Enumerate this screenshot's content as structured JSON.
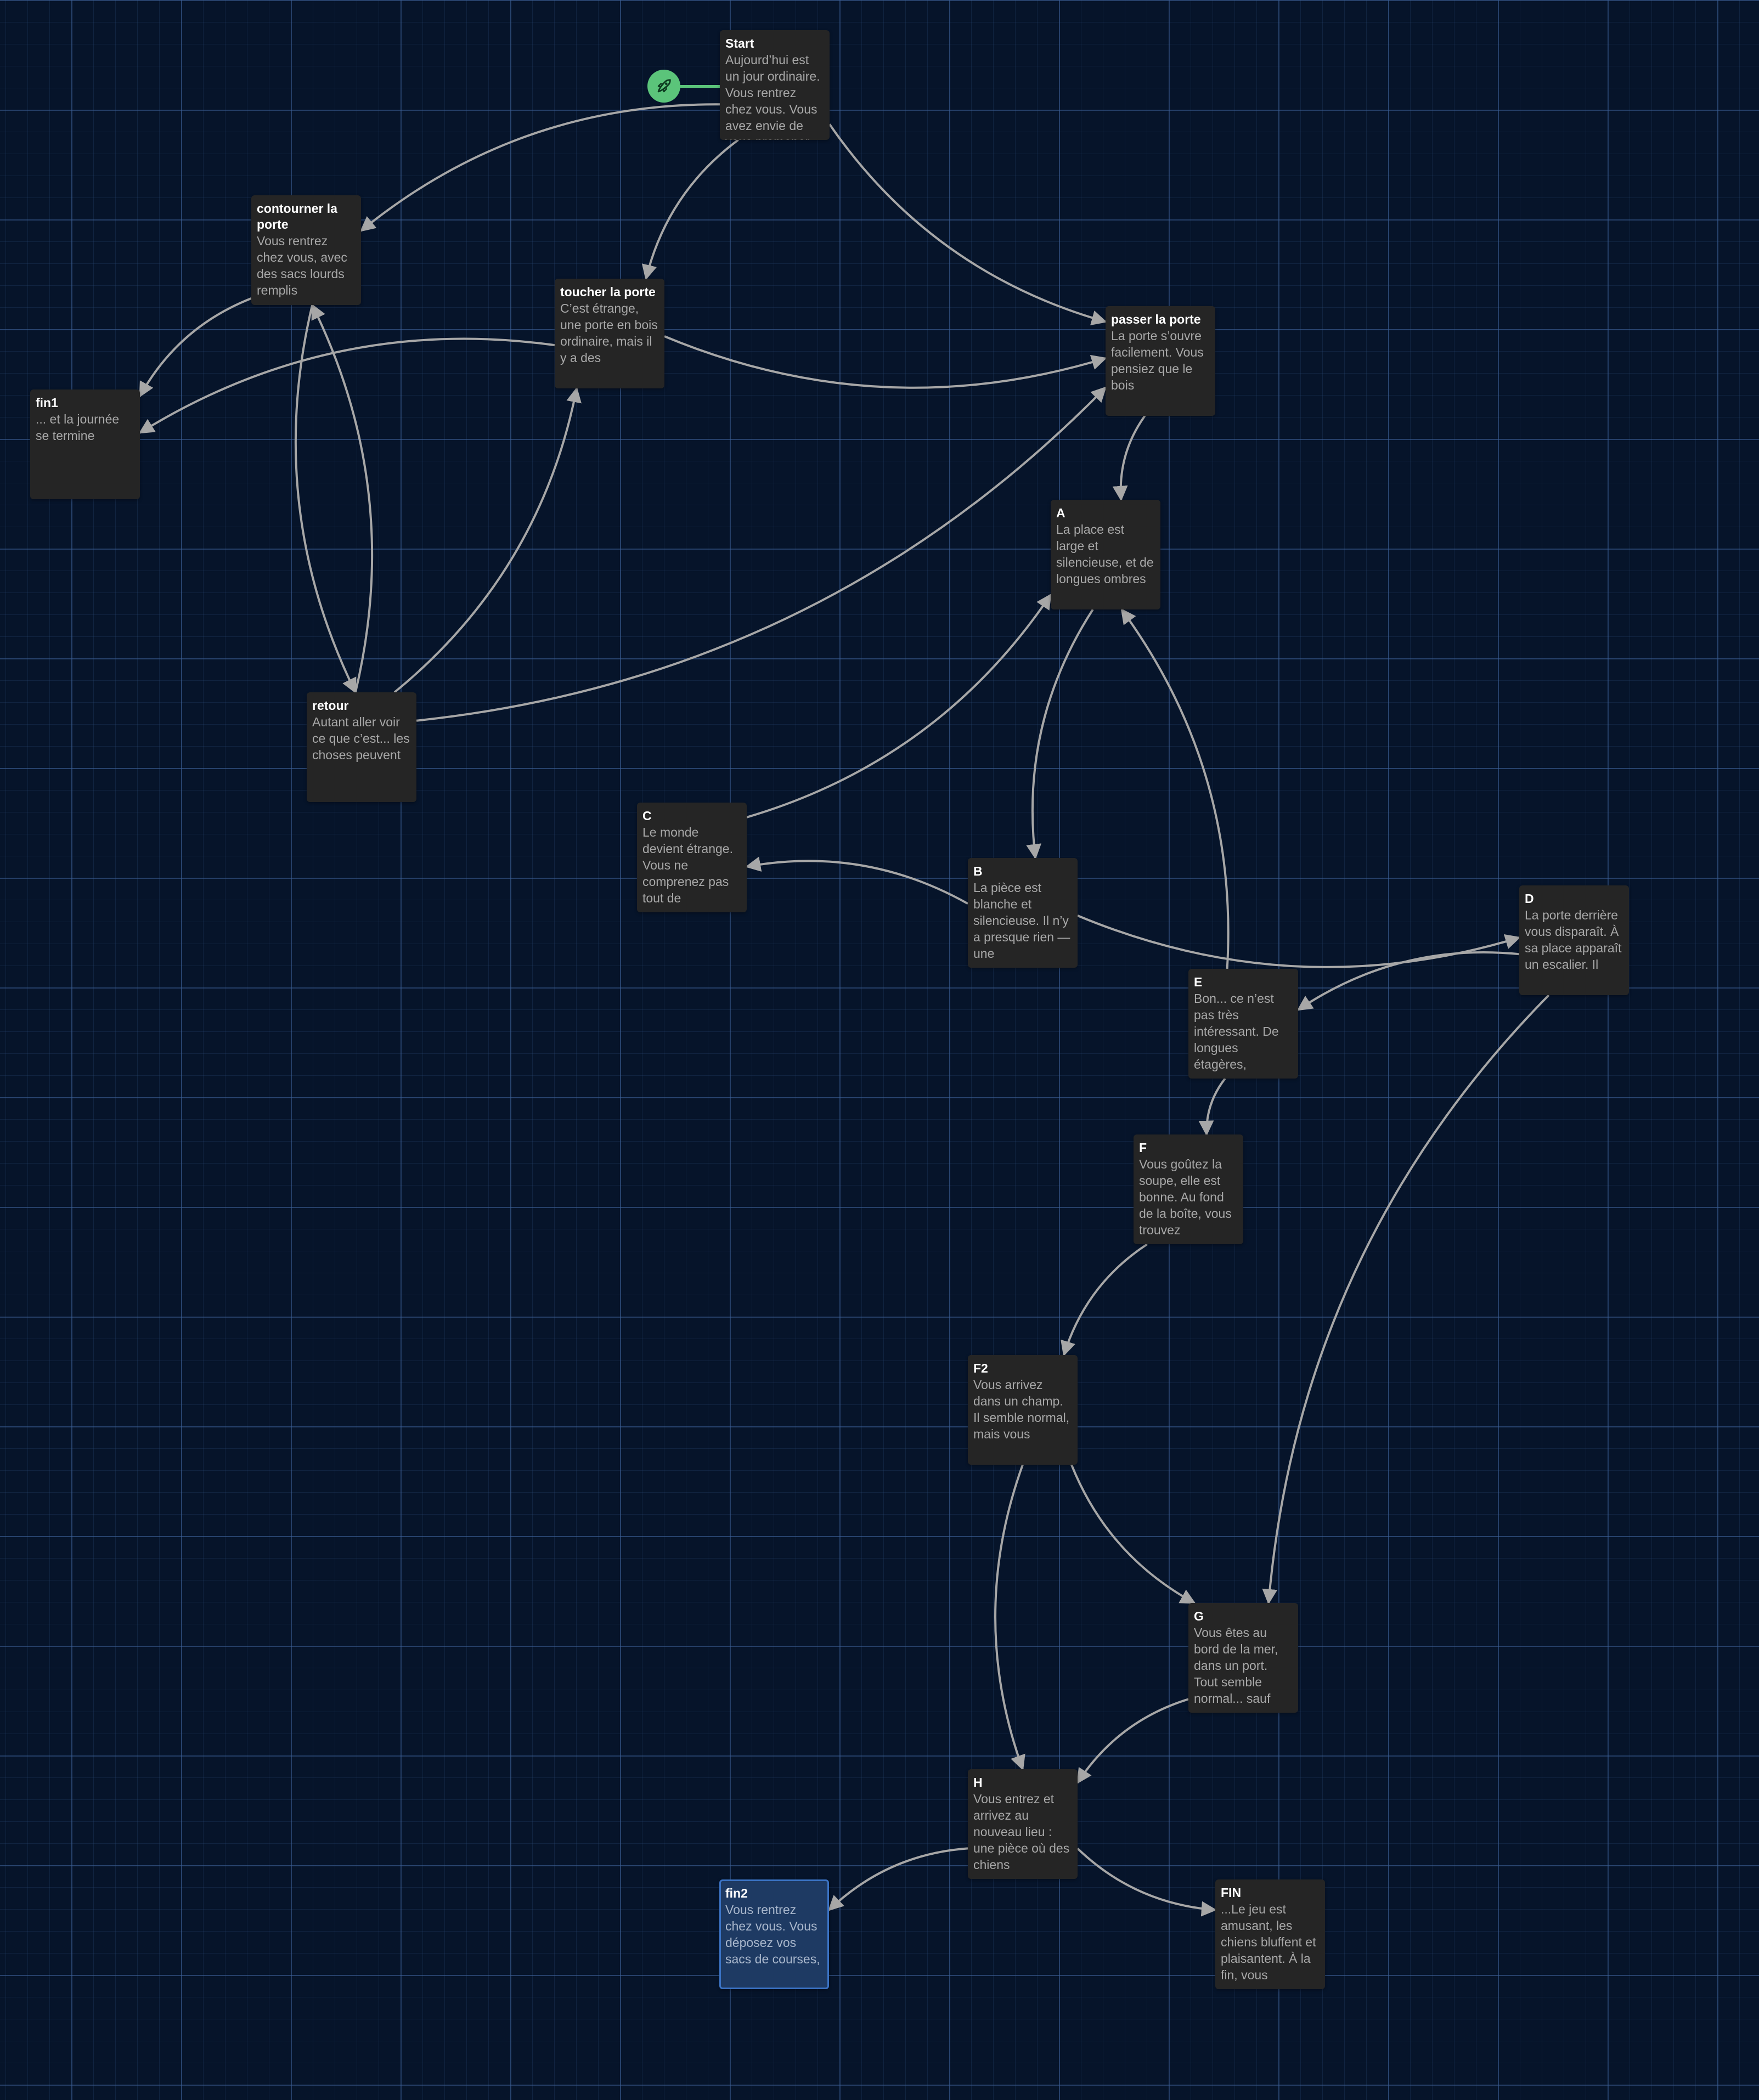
{
  "start_icon": "rocket-icon",
  "colors": {
    "background": "#06142a",
    "passage": "#252525",
    "passage_selected": "#1e3a63",
    "selected_border": "#3b73c5",
    "link": "#a7a7a7",
    "start_badge": "#5bc47a"
  },
  "passages": {
    "start": {
      "title": "Start",
      "excerpt": "Aujourd’hui est un jour ordinaire. Vous rentrez chez vous. Vous avez envie de vous promener un peu, et vous décidez de passer par un petit bois. Vous avancez"
    },
    "contourner": {
      "title": "contourner la porte",
      "excerpt": "Vous rentrez chez vous, avec des sacs lourds remplis"
    },
    "toucher": {
      "title": "toucher la porte",
      "excerpt": "C’est étrange, une porte en bois ordinaire, mais il y a des"
    },
    "passer": {
      "title": "passer la porte",
      "excerpt": "La porte s’ouvre facilement. Vous pensiez que le bois"
    },
    "fin1": {
      "title": "fin1",
      "excerpt": "... et la journée se termine"
    },
    "A": {
      "title": "A",
      "excerpt": "La place est large et silencieuse, et de longues ombres"
    },
    "retour": {
      "title": "retour",
      "excerpt": "Autant aller voir ce que c’est... les choses peuvent"
    },
    "C": {
      "title": "C",
      "excerpt": "Le monde devient étrange. Vous ne comprenez pas tout de"
    },
    "B": {
      "title": "B",
      "excerpt": "La pièce est blanche et silencieuse. Il n’y a presque rien — une"
    },
    "D": {
      "title": "D",
      "excerpt": "La porte derrière vous disparaît. À sa place apparaît un escalier. Il"
    },
    "E": {
      "title": "E",
      "excerpt": "Bon... ce n’est pas très intéressant. De longues étagères,"
    },
    "F": {
      "title": "F",
      "excerpt": "Vous goûtez la soupe, elle est bonne. Au fond de la boîte, vous trouvez"
    },
    "F2": {
      "title": "F2",
      "excerpt": "Vous arrivez dans un champ. Il semble normal, mais vous"
    },
    "G": {
      "title": "G",
      "excerpt": "Vous êtes au bord de la mer, dans un port. Tout semble normal... sauf"
    },
    "H": {
      "title": "H",
      "excerpt": "Vous entrez et arrivez au nouveau lieu : une pièce où des chiens"
    },
    "fin2": {
      "title": "fin2",
      "excerpt": "Vous rentrez chez vous. Vous déposez vos sacs de courses,"
    },
    "FIN": {
      "title": "FIN",
      "excerpt": "...Le jeu est amusant, les chiens bluffent et plaisantent. À la fin, vous"
    }
  },
  "links": [
    {
      "from": "start",
      "to": "contourner"
    },
    {
      "from": "start",
      "to": "toucher"
    },
    {
      "from": "start",
      "to": "passer"
    },
    {
      "from": "contourner",
      "to": "fin1"
    },
    {
      "from": "toucher",
      "to": "fin1"
    },
    {
      "from": "toucher",
      "to": "passer"
    },
    {
      "from": "contourner",
      "to": "retour"
    },
    {
      "from": "retour",
      "to": "contourner"
    },
    {
      "from": "retour",
      "to": "toucher"
    },
    {
      "from": "retour",
      "to": "passer"
    },
    {
      "from": "passer",
      "to": "A"
    },
    {
      "from": "A",
      "to": "B"
    },
    {
      "from": "C",
      "to": "A"
    },
    {
      "from": "B",
      "to": "C"
    },
    {
      "from": "B",
      "to": "D"
    },
    {
      "from": "E",
      "to": "A"
    },
    {
      "from": "D",
      "to": "E"
    },
    {
      "from": "D",
      "to": "G"
    },
    {
      "from": "E",
      "to": "F"
    },
    {
      "from": "F",
      "to": "F2"
    },
    {
      "from": "F2",
      "to": "G"
    },
    {
      "from": "F2",
      "to": "H"
    },
    {
      "from": "G",
      "to": "H"
    },
    {
      "from": "H",
      "to": "fin2"
    },
    {
      "from": "H",
      "to": "FIN"
    }
  ]
}
